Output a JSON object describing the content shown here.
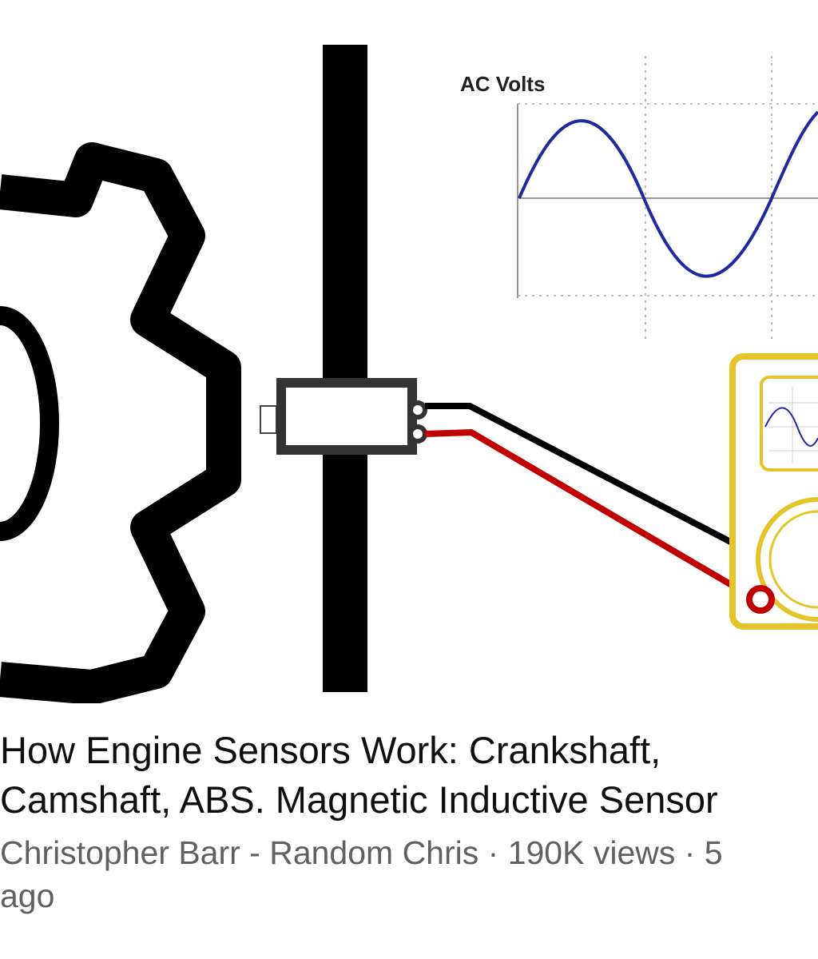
{
  "thumbnail": {
    "graph_label": "AC Volts",
    "colors": {
      "gear": "#000000",
      "sine_wave": "#1f2a9e",
      "red_wire": "#c00000",
      "multimeter_frame": "#e5c42a"
    }
  },
  "video": {
    "title": "How Engine Sensors Work: Crankshaft,\nCamshaft, ABS. Magnetic Inductive Sensor",
    "channel": "Christopher Barr - Random Chris",
    "separator_1": " · ",
    "views": "190K views",
    "separator_2": " · ",
    "age": "5\nago"
  }
}
